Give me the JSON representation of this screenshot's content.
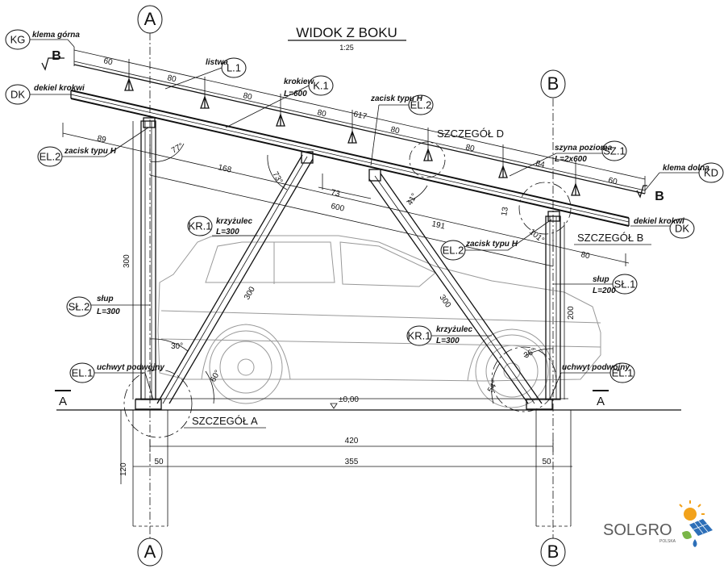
{
  "title": "WIDOK Z BOKU",
  "scale": "1:25",
  "axes": {
    "a": "A",
    "b": "B"
  },
  "section_marks": {
    "a": "A",
    "b": "B"
  },
  "tags": {
    "kg": "KG",
    "dk": "DK",
    "el2": "EL.2",
    "l1": "L.1",
    "k1": "K.1",
    "sz1": "SZ.1",
    "kd": "KD",
    "kr1": "KR.1",
    "sl2": "SŁ.2",
    "sl1": "SŁ.1",
    "el1": "EL.1"
  },
  "labels": {
    "kg": "klema górna",
    "dk": "dekiel krokwi",
    "listwa": "listwa",
    "krokiew": "krokiew",
    "krokiew_len": "L=600",
    "zacisk": "zacisk typu H",
    "szyna": "szyna pozioma",
    "szyna_len": "L=2x600",
    "kd": "klema dolna",
    "krzyzulec": "krzyżulec",
    "krzyzulec_len": "L=300",
    "slup": "słup",
    "slup300": "L=300",
    "slup200": "L=200",
    "uchwyt": "uchwyt podwójny"
  },
  "details": {
    "a": "SZCZEGÓŁ A",
    "b": "SZCZEGÓŁ B",
    "d": "SZCZEGÓŁ D"
  },
  "dims": {
    "d60a": "60",
    "d80a": "80",
    "d80b": "80",
    "d80c": "80",
    "d80d": "80",
    "d80e": "80",
    "d84": "84",
    "d60b": "60",
    "d617": "617",
    "d89": "89",
    "d168": "168",
    "d73": "73",
    "d600": "600",
    "d191": "191",
    "d80f": "80",
    "d300v": "300",
    "d200v": "200",
    "d300a": "300",
    "d300b": "300",
    "d420": "420",
    "d50a": "50",
    "d355": "355",
    "d50b": "50",
    "d120": "120",
    "d13": "13"
  },
  "angles": {
    "a77": "77°",
    "a73": "73°",
    "a41": "41°",
    "a30": "30°",
    "a60": "60°",
    "a101": "101°",
    "a36": "36°",
    "a54": "54°"
  },
  "level": "±0,00",
  "brand": {
    "name": "SOLGRO",
    "sub": "POLSKA",
    "color": "#5a5a5a",
    "sun": "#f2a21b",
    "panel": "#2d6fb8",
    "leaf": "#7ab648"
  }
}
